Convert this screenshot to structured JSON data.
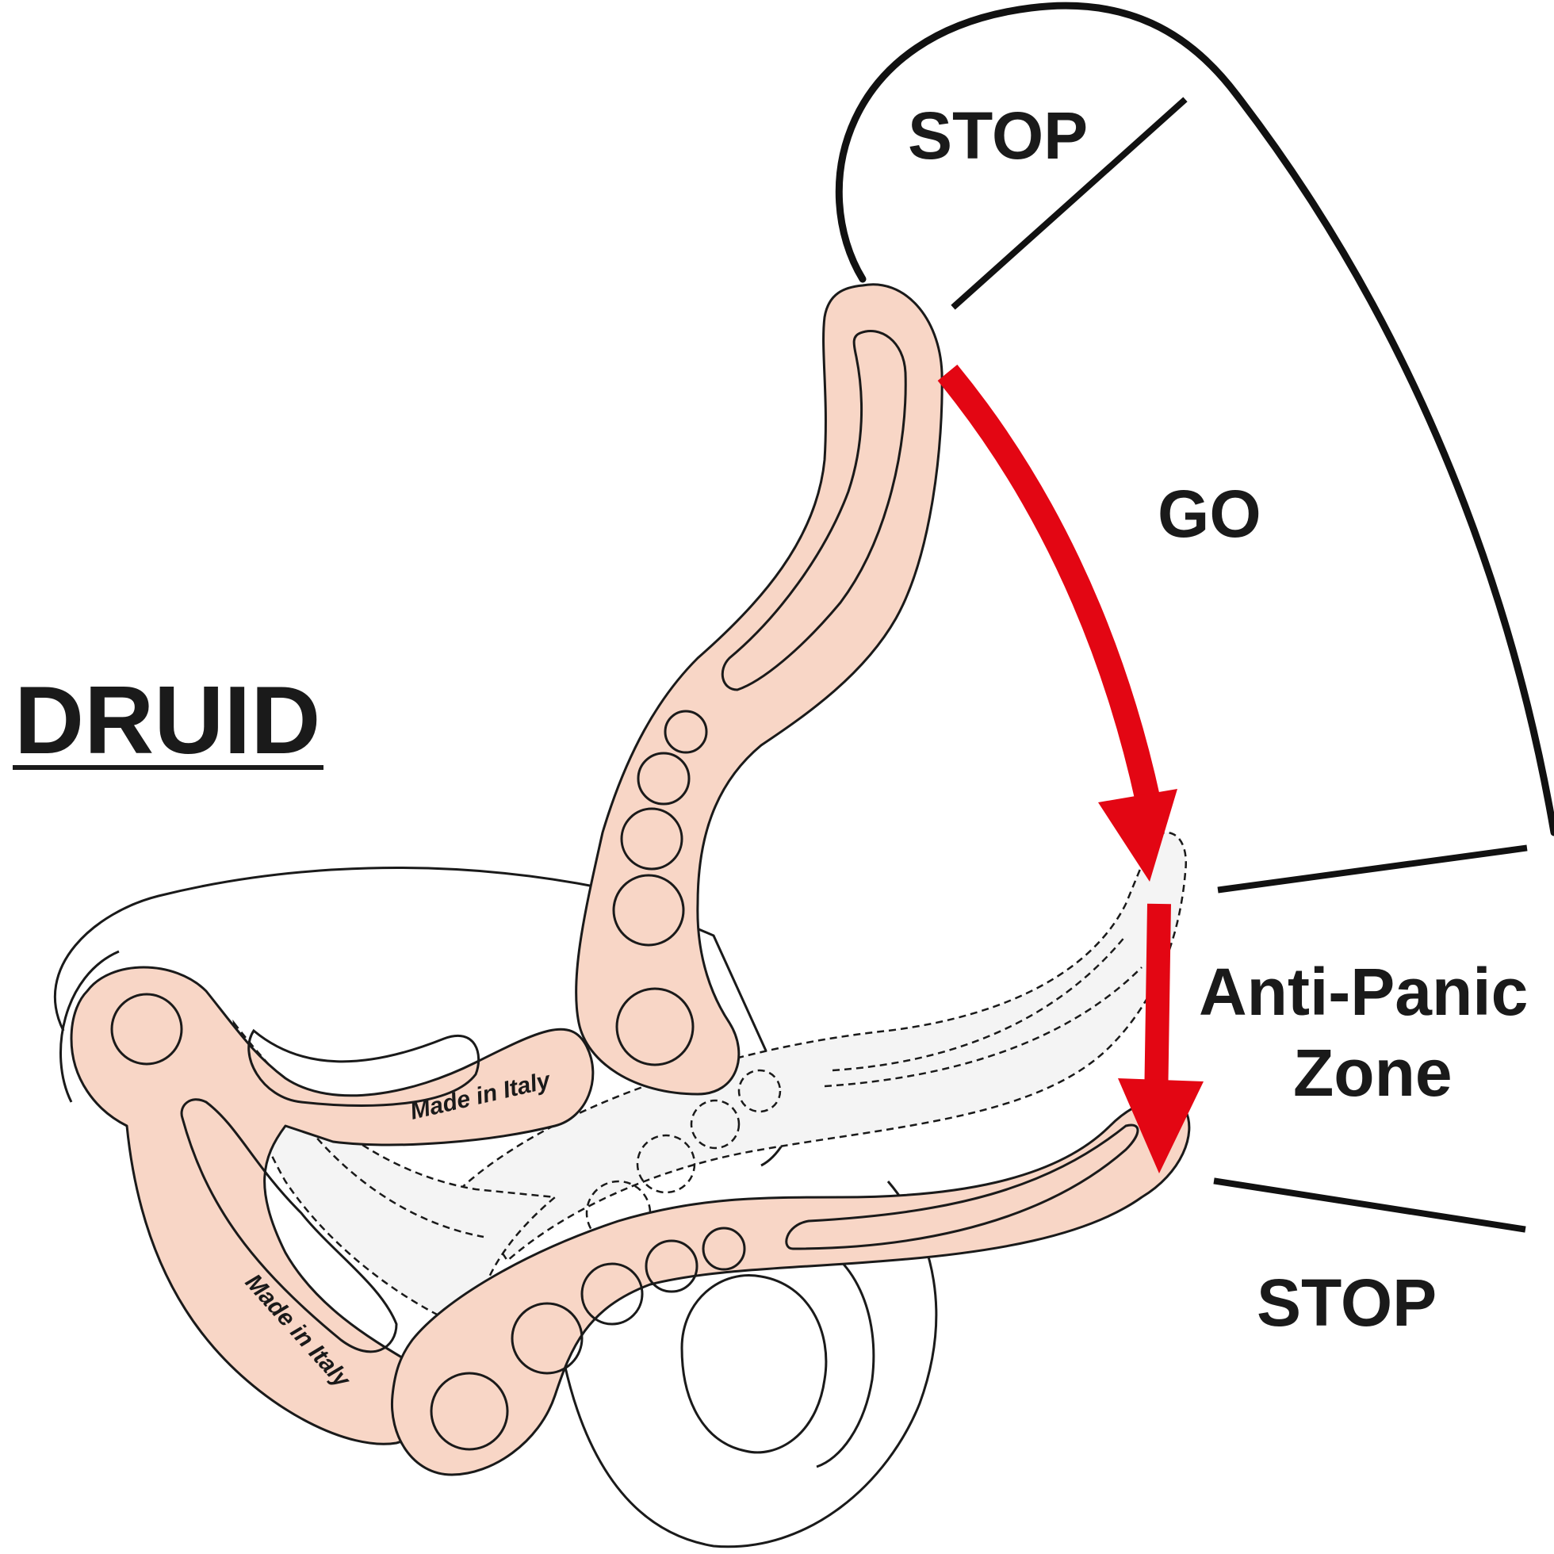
{
  "title": "DRUID",
  "labels": {
    "stop_top": "STOP",
    "go": "GO",
    "anti_panic_line1": "Anti-Panic",
    "anti_panic_line2": "Zone",
    "stop_bottom": "STOP"
  },
  "engraving": "Made in Italy",
  "colors": {
    "handle_fill": "#f8d6c6",
    "arrow": "#e30613",
    "outline": "#1a1a1a"
  }
}
